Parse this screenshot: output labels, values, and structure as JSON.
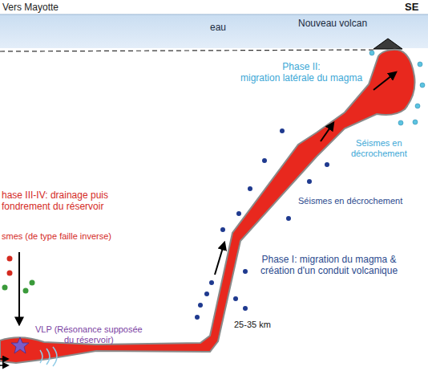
{
  "diagram": {
    "labels": [
      "Vers Mayotte",
      "SE",
      "eau",
      "Nouveau volcan",
      "Phase II: migration latérale du magma",
      "Séismes en décrochement",
      "Séismes en décrochement",
      "Phase I: migration du magma & création d'un conduit volcanique",
      "25-35 km",
      "hase III-IV: drainage puis fondrement du réservoir",
      "smes (de type faille inverse)",
      "VLP (Résonance supposée du réservoir)"
    ]
  }
}
